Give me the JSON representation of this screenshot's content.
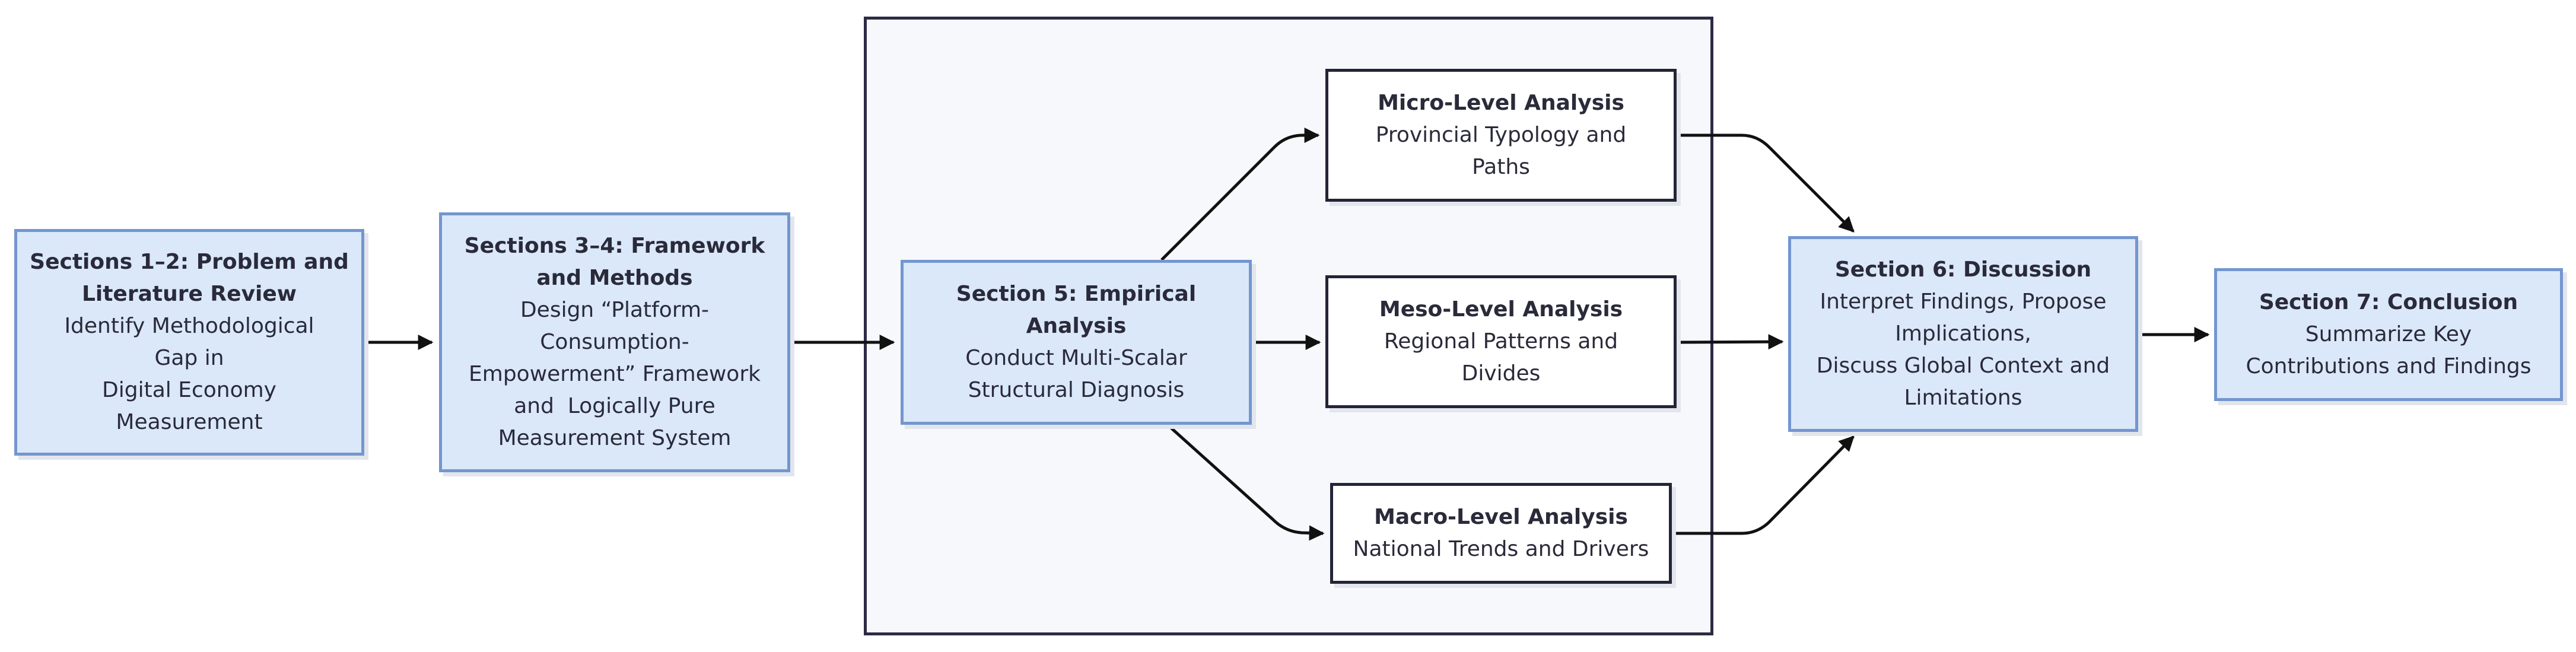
{
  "nodes": {
    "s12": {
      "title_lines": [
        "Sections 1–2: Problem and",
        "Literature Review"
      ],
      "body_lines": [
        "Identify Methodological",
        "Gap in",
        "Digital Economy",
        "Measurement"
      ]
    },
    "s34": {
      "title_lines": [
        "Sections 3–4: Framework",
        "and Methods"
      ],
      "body_lines": [
        "Design “Platform-",
        "Consumption-",
        "Empowerment” Framework",
        "and  Logically Pure",
        "Measurement System"
      ]
    },
    "s5": {
      "title_lines": [
        "Section 5: Empirical",
        "Analysis"
      ],
      "body_lines": [
        "Conduct Multi-Scalar",
        "Structural Diagnosis"
      ]
    },
    "micro": {
      "title_lines": [
        "Micro-Level Analysis"
      ],
      "body_lines": [
        "Provincial Typology and",
        "Paths"
      ]
    },
    "meso": {
      "title_lines": [
        "Meso-Level Analysis"
      ],
      "body_lines": [
        "Regional Patterns and",
        "Divides"
      ]
    },
    "macro": {
      "title_lines": [
        "Macro-Level Analysis"
      ],
      "body_lines": [
        "National Trends and Drivers"
      ]
    },
    "s6": {
      "title_lines": [
        "Section 6: Discussion"
      ],
      "body_lines": [
        "Interpret Findings, Propose",
        "Implications,",
        "Discuss Global Context and",
        "Limitations"
      ]
    },
    "s7": {
      "title_lines": [
        "Section 7: Conclusion"
      ],
      "body_lines": [
        "Summarize Key",
        "Contributions and Findings"
      ]
    }
  },
  "colors": {
    "node_fill": "#dae8f9",
    "node_border": "#7396cf",
    "sub_border": "#242438",
    "group_fill": "#f7f8fb",
    "edge": "#111111"
  }
}
